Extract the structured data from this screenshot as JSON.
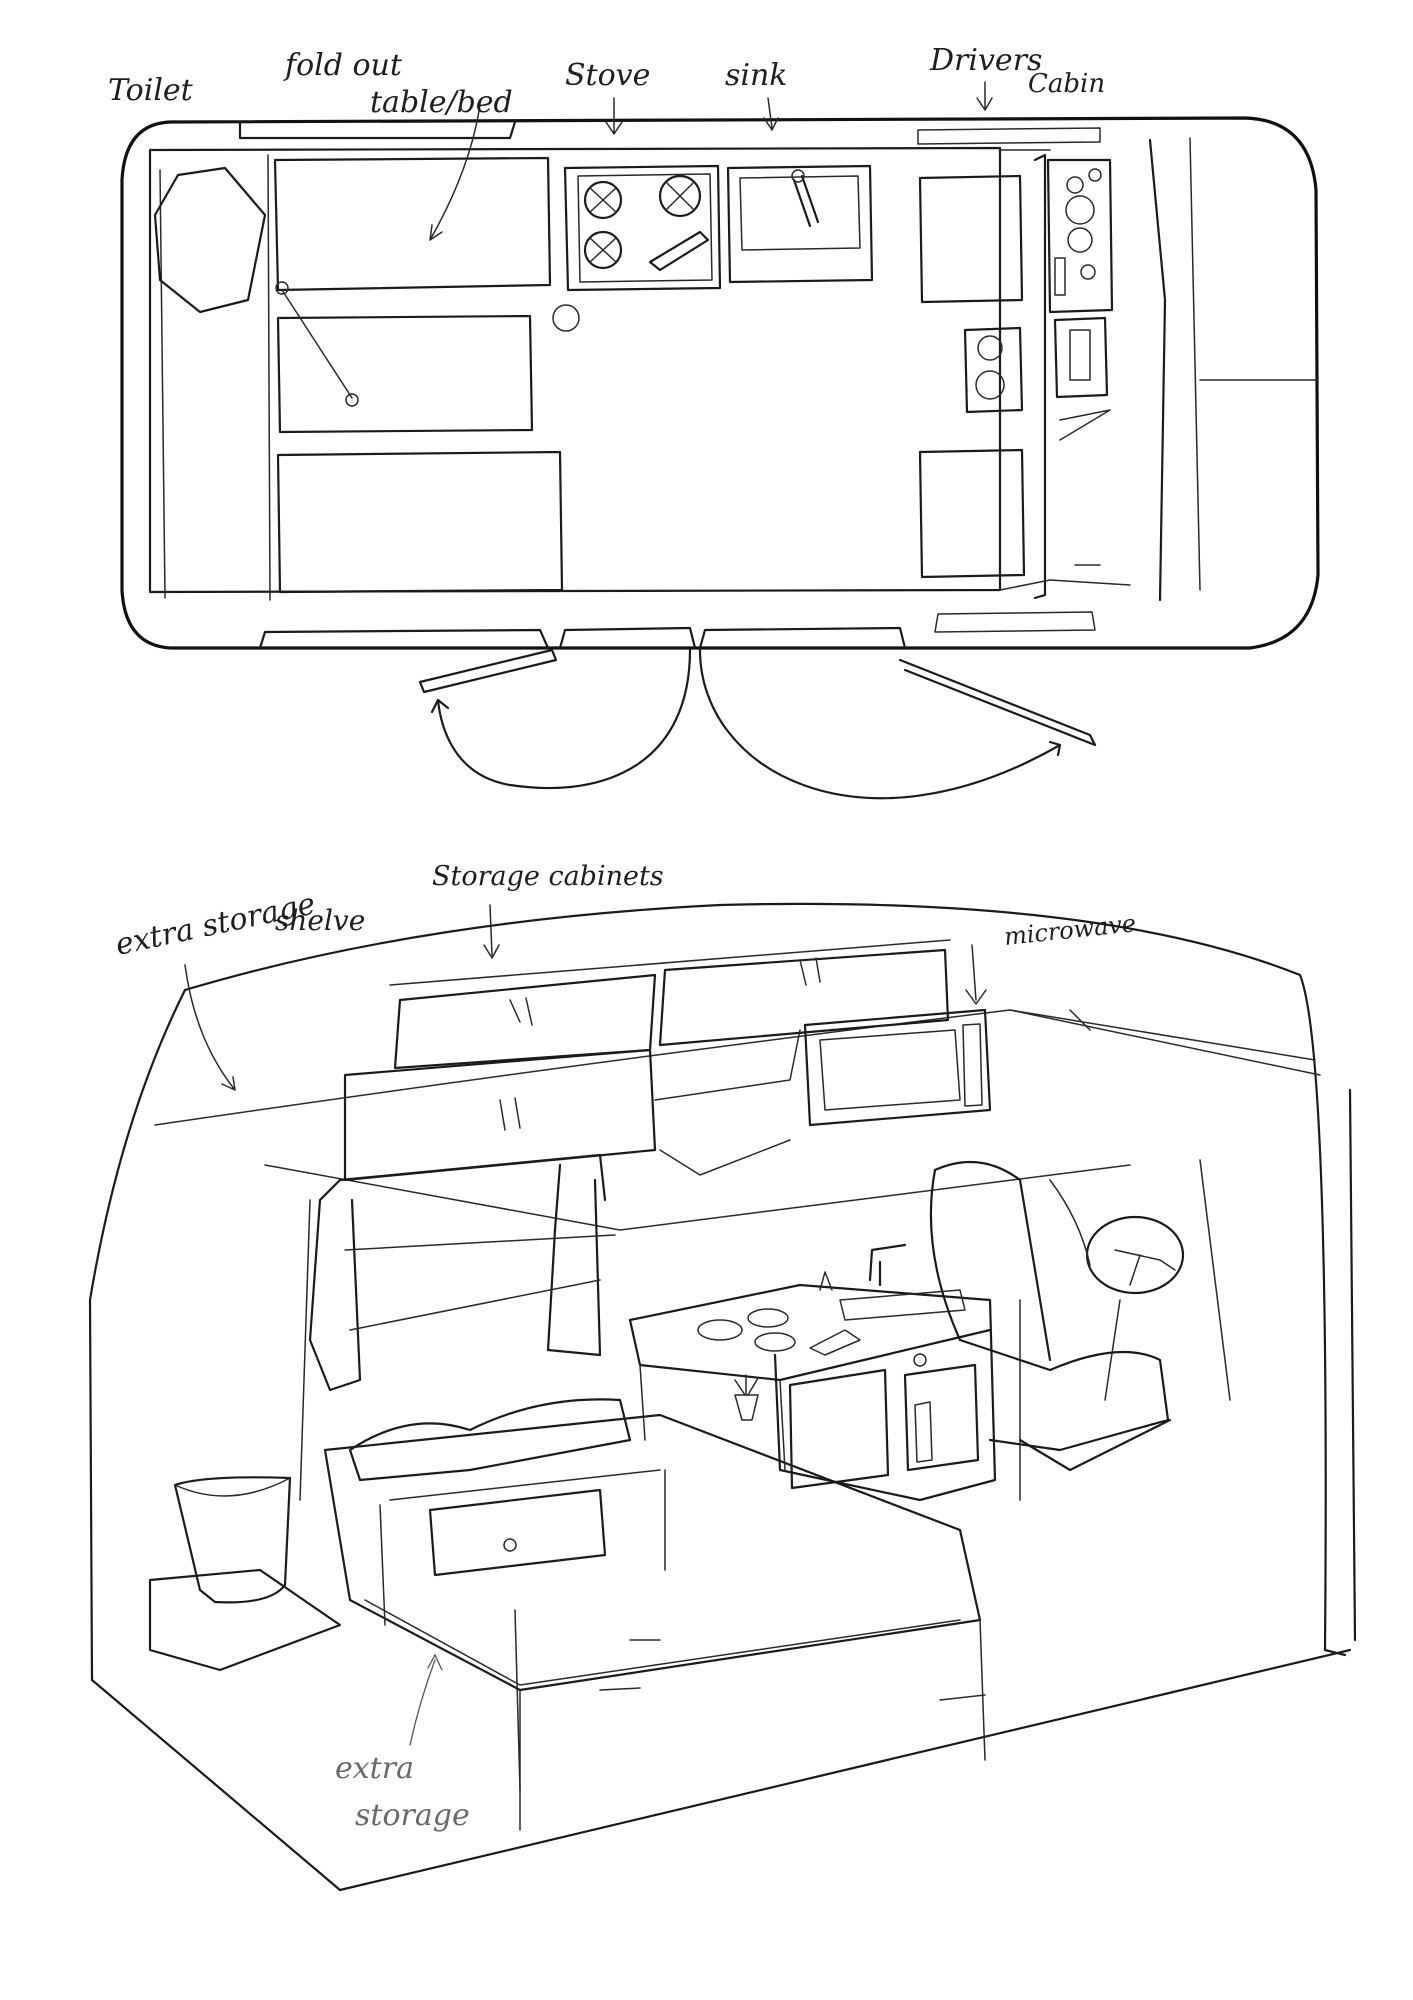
{
  "plan_labels": {
    "toilet": "Toilet",
    "fold_out": "fold out",
    "table_bed": "table/bed",
    "stove": "Stove",
    "sink": "sink",
    "drivers": "Drivers",
    "cabin": "Cabin"
  },
  "perspective_labels": {
    "storage_cabinets": "Storage cabinets",
    "extra_storage_line1": "extra storage",
    "extra_storage_line2": "shelve",
    "microwave": "microwave",
    "extra_line1": "extra",
    "extra_line2": "storage"
  }
}
